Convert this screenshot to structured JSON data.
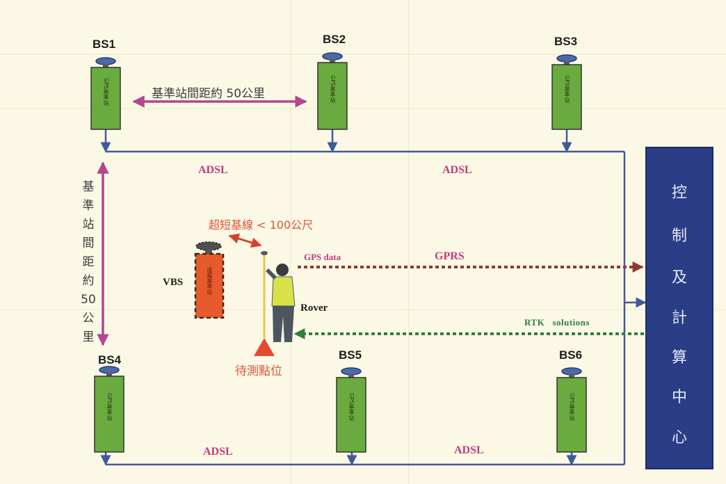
{
  "colors": {
    "background": "#fbf9e6",
    "network_line": "#3f5a9c",
    "receiver_fill": "#6aab3f",
    "vbs_fill": "#e65a2e",
    "distance_arrow": "#b3468c",
    "baseline_arrow": "#d7402d",
    "gprs_arrow": "#8e3a33",
    "rtk_arrow": "#2f7e3e",
    "center_fill": "#2b3d86",
    "center_text": "#e6e9f5"
  },
  "base_stations": [
    {
      "label": "BS1",
      "device_text": "GPS基準站"
    },
    {
      "label": "BS2",
      "device_text": "GPS基準站"
    },
    {
      "label": "BS3",
      "device_text": "GPS基準站"
    },
    {
      "label": "BS4",
      "device_text": "GPS基準站"
    },
    {
      "label": "BS5",
      "device_text": "GPS基準站"
    },
    {
      "label": "BS6",
      "device_text": "GPS基準站"
    }
  ],
  "links": {
    "adsl_top_left": "ADSL",
    "adsl_top_right": "ADSL",
    "adsl_bottom_left": "ADSL",
    "adsl_bottom_right": "ADSL",
    "station_spacing_horizontal": "基準站間距約 50公里",
    "station_spacing_vertical": [
      "基",
      "準",
      "站",
      "間",
      "距",
      "約",
      "50",
      "公",
      "里"
    ]
  },
  "virtual_station": {
    "label": "VBS",
    "device_text": "虛擬基準站",
    "baseline_note": "超短基線 < 100公尺"
  },
  "rover": {
    "label": "Rover",
    "target_point": "待測點位",
    "uplink_label": "GPS data",
    "uplink_network": "GPRS",
    "downlink_label": "RTK   solutions"
  },
  "control_center": {
    "chars": [
      "控",
      "制",
      "及",
      "計",
      "算",
      "中",
      "心"
    ]
  }
}
